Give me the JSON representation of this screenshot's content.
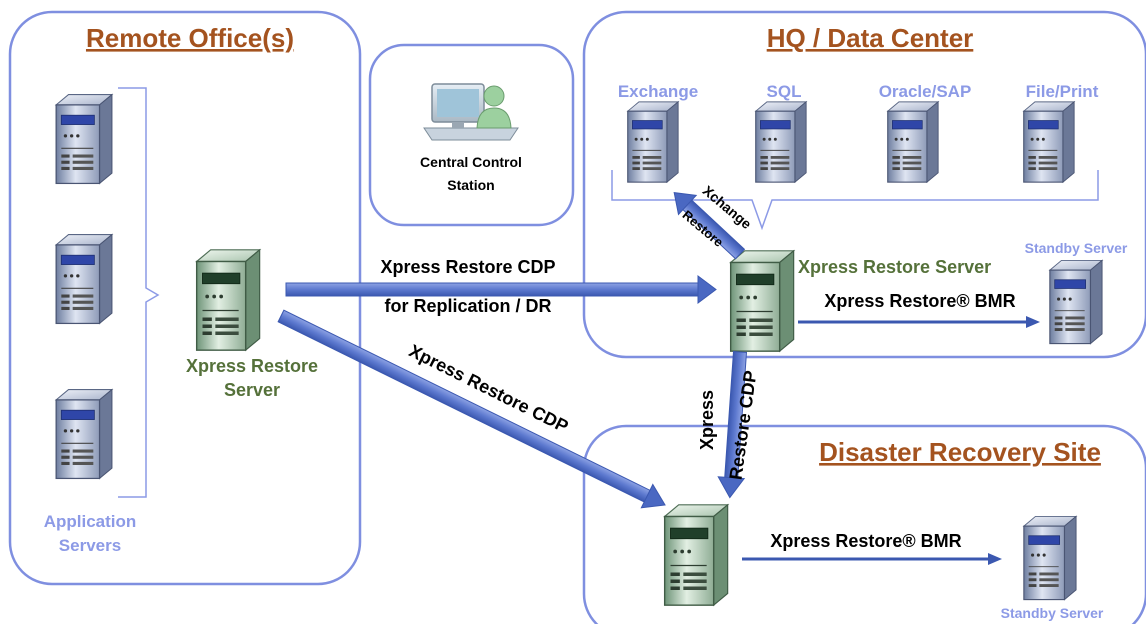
{
  "regions": {
    "remote_office": "Remote Office(s)",
    "hq": "HQ / Data Center",
    "dr_site": "Disaster Recovery Site"
  },
  "control_station": {
    "line1": "Central Control",
    "line2": "Station"
  },
  "remote": {
    "app_servers_line1": "Application",
    "app_servers_line2": "Servers",
    "xr_server_line1": "Xpress Restore",
    "xr_server_line2": "Server"
  },
  "hq_servers": [
    "Exchange",
    "SQL",
    "Oracle/SAP",
    "File/Print"
  ],
  "hq_xr_server": "Xpress Restore Server",
  "standby_hq": "Standby Server",
  "standby_dr": "Standby Server",
  "arrows": {
    "cdp_repl_line1": "Xpress Restore CDP",
    "cdp_repl_line2": "for Replication / DR",
    "cdp_diag": "Xpress Restore CDP",
    "bmr_hq": "Xpress Restore® BMR",
    "bmr_dr": "Xpress Restore® BMR",
    "xchange_line1": "Xchange",
    "xchange_line2": "Restore",
    "vert_line1": "Xpress",
    "vert_line2": "Restore CDP"
  },
  "colors": {
    "region_border": "#7f8fe0",
    "arrow": "#5a79cf",
    "title": "#a4531f",
    "blue_label": "#8c9ae6",
    "green_label": "#55713a"
  }
}
